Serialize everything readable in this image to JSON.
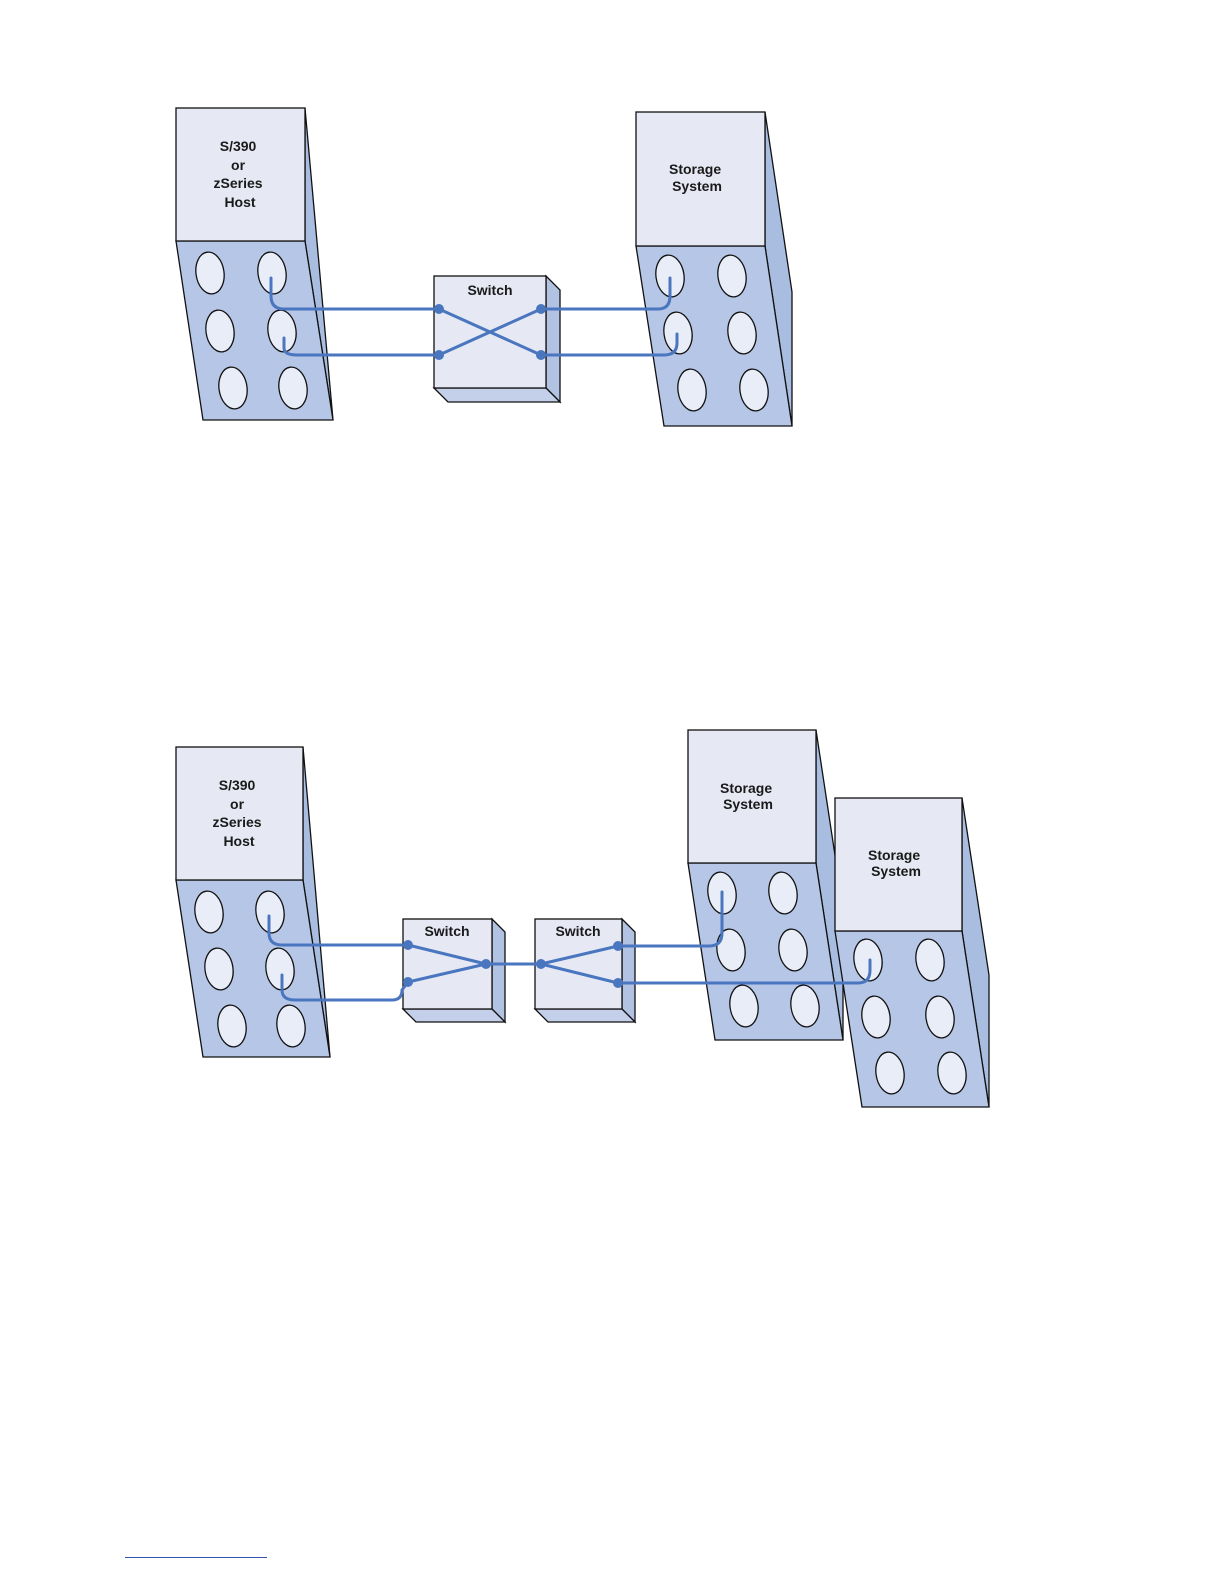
{
  "diagram1": {
    "host_label": [
      "S/390",
      "or",
      "zSeries",
      "Host"
    ],
    "switch_label": "Switch",
    "storage_label": [
      "Storage",
      "System"
    ]
  },
  "diagram2": {
    "host_label": [
      "S/390",
      "or",
      "zSeries",
      "Host"
    ],
    "switch1_label": "Switch",
    "switch2_label": "Switch",
    "storage1_label": [
      "Storage",
      "System"
    ],
    "storage2_label": [
      "Storage",
      "System"
    ]
  },
  "colors": {
    "cable": "#4a76c0",
    "panel_light": "#e6e9f4",
    "panel_blue": "#b6c6e6"
  }
}
